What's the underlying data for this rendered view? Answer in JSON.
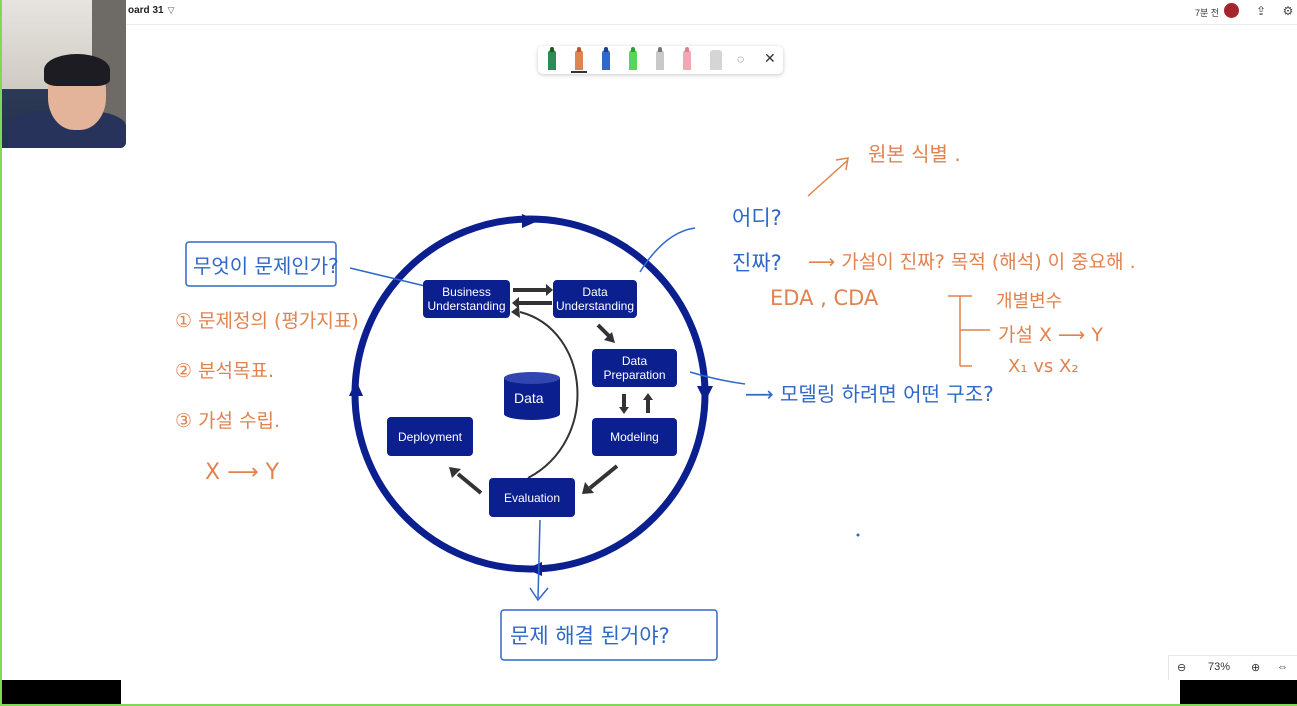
{
  "header": {
    "title": "oard 31",
    "elapsed": "7분 전"
  },
  "colors": {
    "diagram_blue": "#0b1f8f",
    "pen_orange": "#e0834f",
    "pen_blue": "#2f68c8",
    "frame_green": "#7ed957",
    "rec_red": "#a4262c"
  },
  "toolbar": {
    "pens": [
      "green-marker",
      "orange-pen",
      "blue-pen",
      "lime-highlighter",
      "gray-pen",
      "pink-eraser",
      "ruler"
    ],
    "lasso": "lasso-icon",
    "close": "✕"
  },
  "diagram": {
    "boxes": {
      "business": "Business Understanding",
      "data_understanding": "Data Understanding",
      "data_preparation": "Data Preparation",
      "modeling": "Modeling",
      "evaluation": "Evaluation",
      "deployment": "Deployment",
      "data": "Data"
    }
  },
  "annotations": {
    "left_box": "무엇이 문제인가?",
    "step1": "① 문제정의 (평가지표)",
    "step2": "② 분석목표.",
    "step3": "③ 가설 수립.",
    "xy": "X ⟶ Y",
    "bottom_box": "문제 해결 된거야?",
    "top_orange": "원본 식별 .",
    "where": "어디?",
    "real": "진짜?",
    "hypothesis": "⟶ 가설이 진짜?   목적 (해석) 이 중요해 .",
    "eda": "EDA , CDA",
    "var1": "개별변수",
    "var2": "가설 X ⟶ Y",
    "var3": "X₁ vs X₂",
    "modeling_q": "⟶ 모델링 하려면 어떤 구조?"
  },
  "zoom": {
    "out": "⊖",
    "level": "73%",
    "in": "⊕",
    "fit": "⇔"
  }
}
